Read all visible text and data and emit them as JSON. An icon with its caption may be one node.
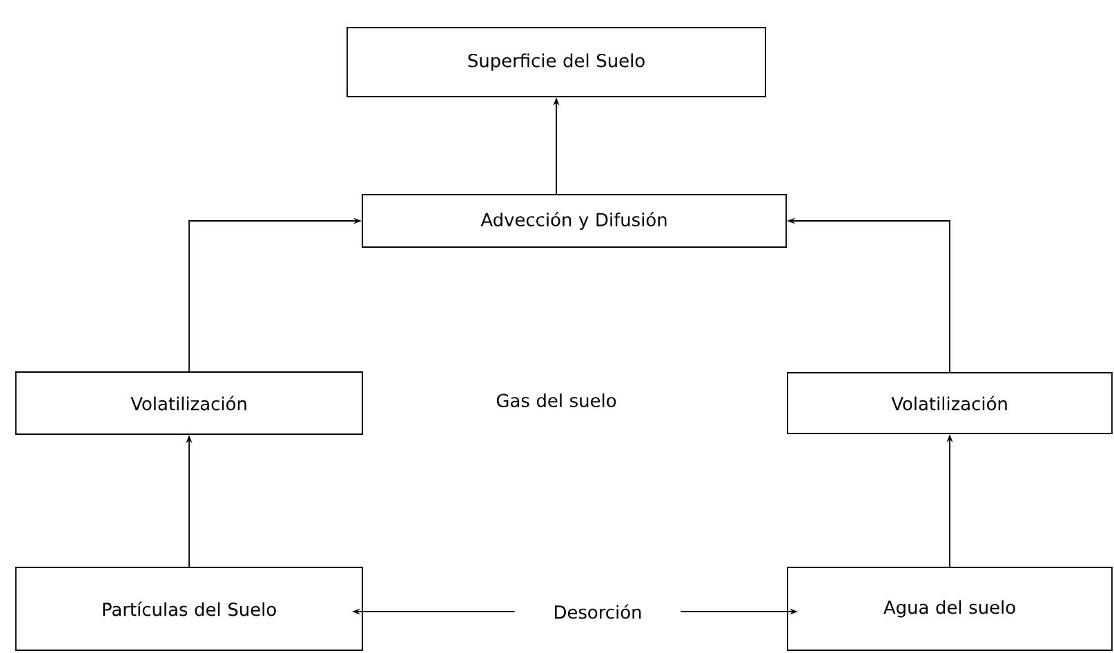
{
  "diagram": {
    "nodes": [
      {
        "text": [
          "Superficie del Suelo"
        ]
      },
      {
        "text": [
          "Advección y Difusión"
        ]
      },
      {
        "text": [
          "Volatilización"
        ]
      },
      {
        "text": [
          "Volatilización"
        ]
      },
      {
        "text": [
          "Partículas del Suelo"
        ]
      },
      {
        "text": [
          "Agua del suelo"
        ]
      },
      {
        "text": [
          "Desorción"
        ]
      }
    ],
    "edges": [
      {
        "from": 1,
        "to": 0,
        "arrow": "to"
      },
      {
        "from": 2,
        "to": 1,
        "arrow": "to"
      },
      {
        "from": 3,
        "to": 1,
        "arrow": "to"
      },
      {
        "from": 4,
        "to": 2,
        "arrow": "to"
      },
      {
        "from": 5,
        "to": 3,
        "arrow": "to"
      },
      {
        "from": 6,
        "to": 4,
        "arrow": "to"
      },
      {
        "from": 6,
        "to": 5,
        "arrow": "to"
      }
    ],
    "labels": [
      "Gas del suelo"
    ]
  }
}
